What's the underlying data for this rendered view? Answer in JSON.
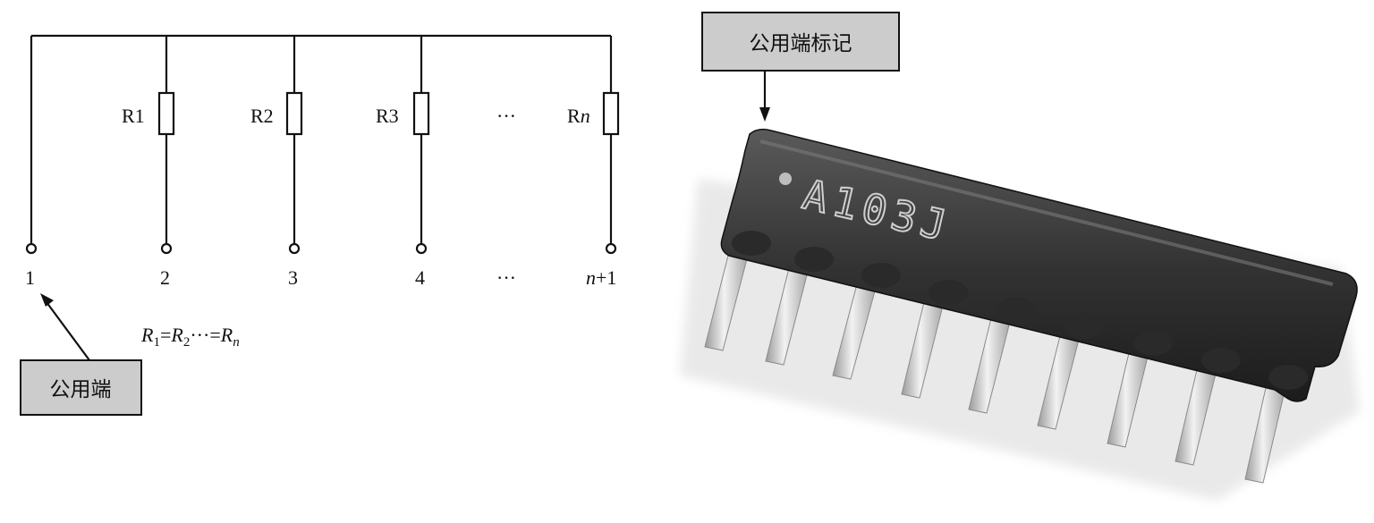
{
  "schematic": {
    "resistors": [
      {
        "name": "R1",
        "italic_suffix": ""
      },
      {
        "name": "R2",
        "italic_suffix": ""
      },
      {
        "name": "R3",
        "italic_suffix": ""
      },
      {
        "name": "R",
        "italic_suffix": "n"
      }
    ],
    "ellipsis": "···",
    "pins": [
      {
        "label": "1"
      },
      {
        "label": "2"
      },
      {
        "label": "3"
      },
      {
        "label": "4"
      },
      {
        "label_italic": "n",
        "label_rest": "+1"
      }
    ],
    "equation": {
      "R": "R",
      "sub1": "1",
      "eq": "=",
      "sub2": "2",
      "dots": "···",
      "subn": "n"
    },
    "common_terminal_label": "公用端"
  },
  "photo": {
    "marking_text": "A103J",
    "common_mark_label": "公用端标记",
    "body_color": "#3a3a3a",
    "lead_color": "#d8d8d8"
  },
  "colors": {
    "callout_fill": "#cccccc",
    "line": "#111111"
  }
}
